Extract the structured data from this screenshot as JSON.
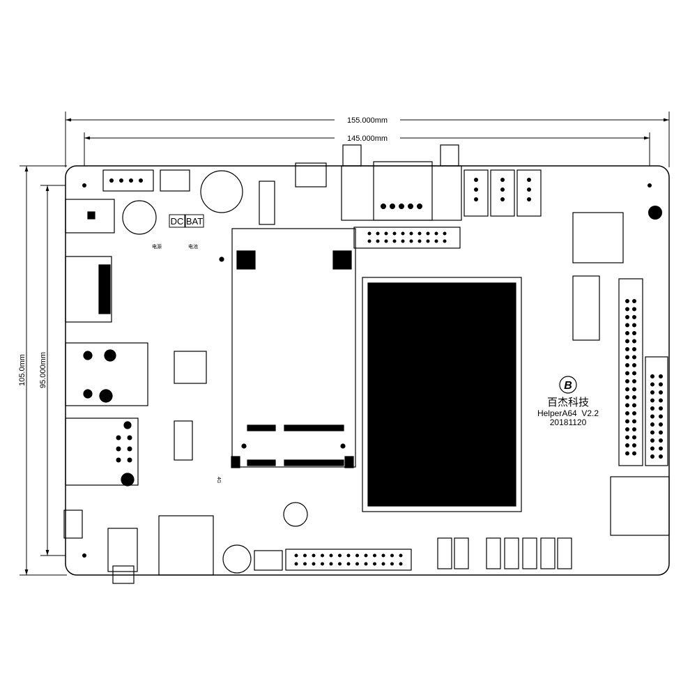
{
  "dimensions": {
    "overall_width": "155.000mm",
    "hole_span_width": "145.000mm",
    "overall_height": "105.0mm",
    "hole_span_height": "95.000mm"
  },
  "board": {
    "brand_cn": "百杰科技",
    "model": "HelperA64  V2.2",
    "date": "20181120",
    "logo_glyph": "B"
  },
  "labels": {
    "dc": "DC",
    "bat": "BAT",
    "power_cn": "电源",
    "battery_cn": "电池",
    "lte": "4G"
  },
  "colors": {
    "ink": "#000000",
    "paper": "#ffffff"
  }
}
